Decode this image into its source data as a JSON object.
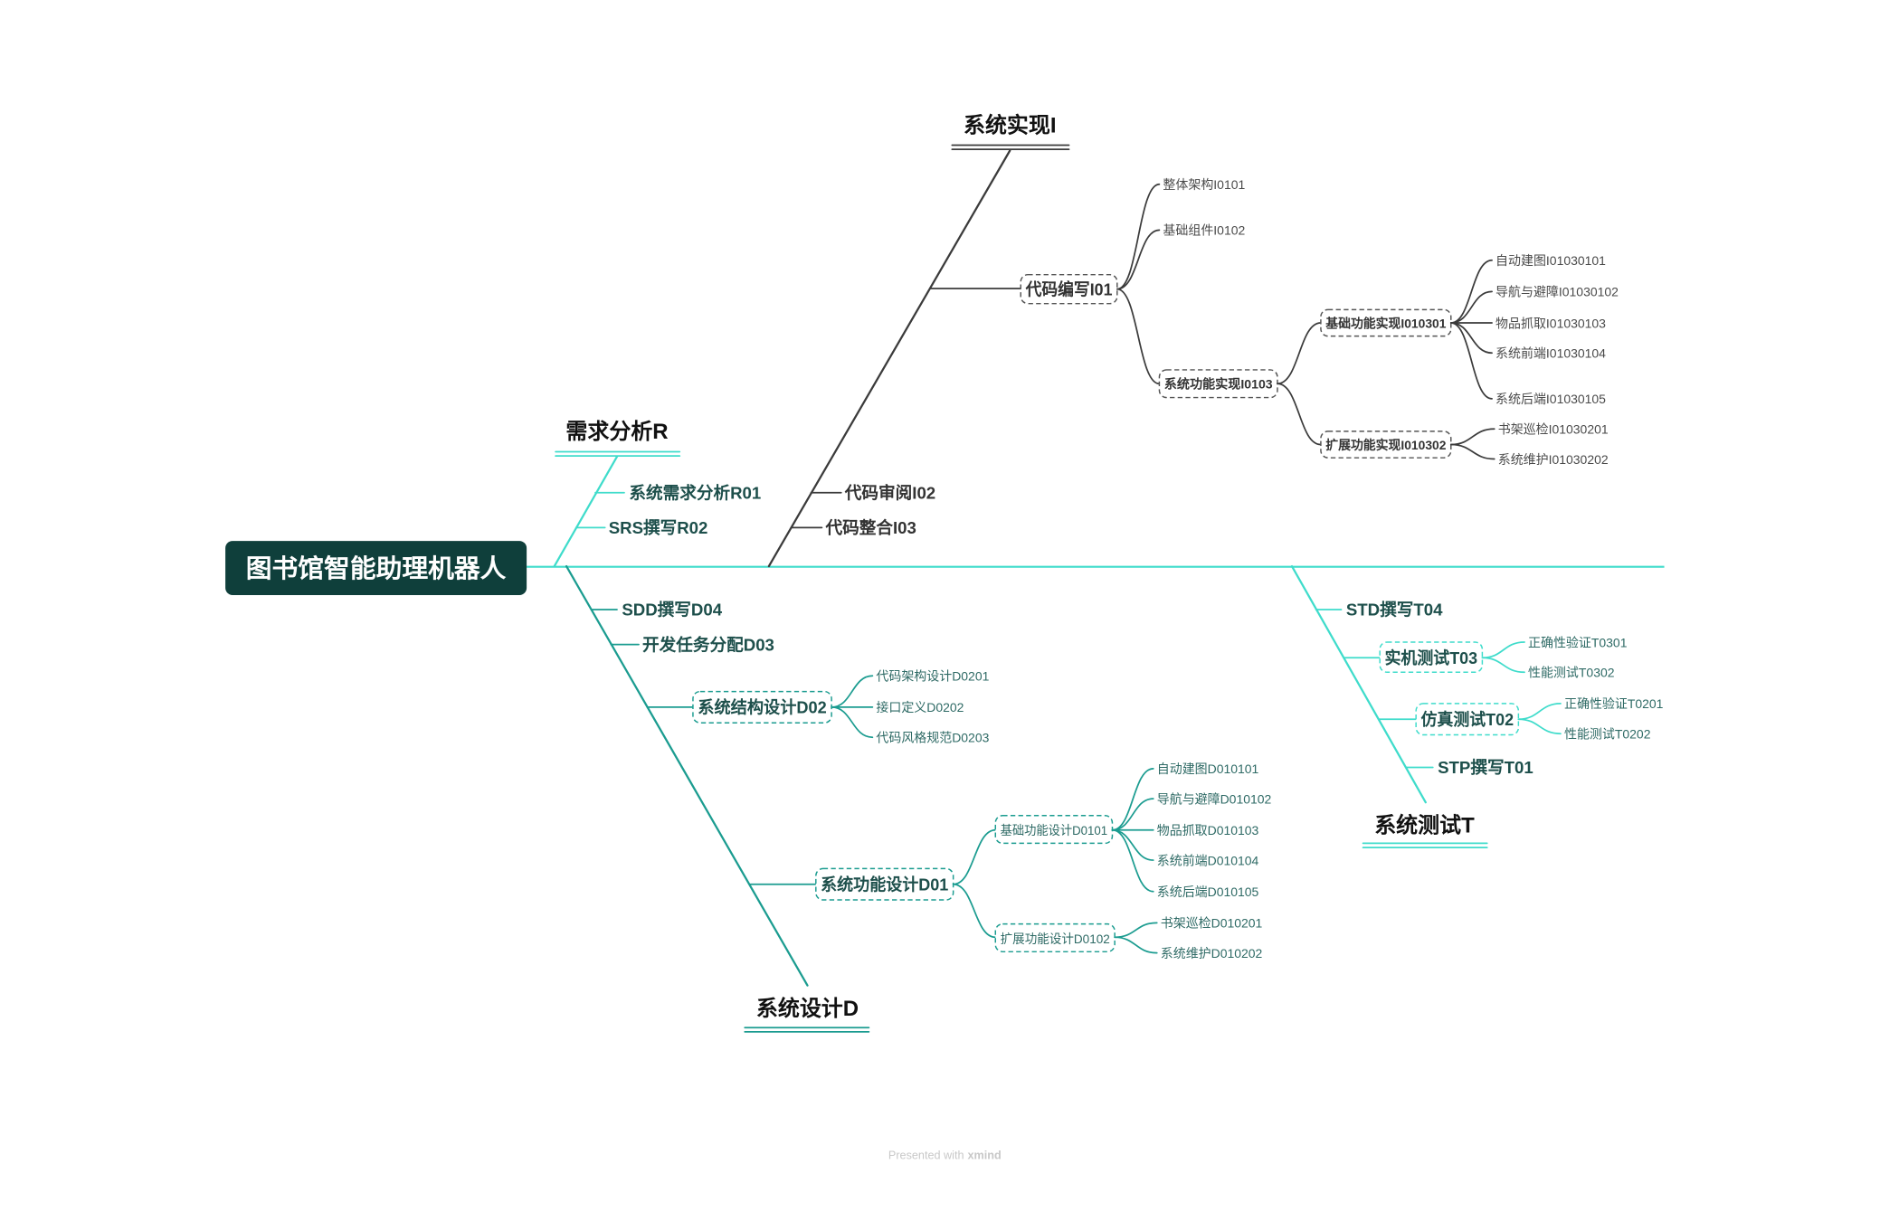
{
  "root": {
    "label": "图书馆智能助理机器人"
  },
  "requirements": {
    "title": "需求分析R",
    "r01": "系统需求分析R01",
    "r02": "SRS撰写R02"
  },
  "implementation": {
    "title": "系统实现I",
    "i01": {
      "label": "代码编写I01",
      "i0101": "整体架构I0101",
      "i0102": "基础组件I0102",
      "i0103": {
        "label": "系统功能实现I0103",
        "i010301": {
          "label": "基础功能实现I010301",
          "items": [
            "自动建图I01030101",
            "导航与避障I01030102",
            "物品抓取I01030103",
            "系统前端I01030104",
            "系统后端I01030105"
          ]
        },
        "i010302": {
          "label": "扩展功能实现I010302",
          "items": [
            "书架巡检I01030201",
            "系统维护I01030202"
          ]
        }
      }
    },
    "i02": "代码审阅I02",
    "i03": "代码整合I03"
  },
  "design": {
    "title": "系统设计D",
    "d04": "SDD撰写D04",
    "d03": "开发任务分配D03",
    "d02": {
      "label": "系统结构设计D02",
      "items": [
        "代码架构设计D0201",
        "接口定义D0202",
        "代码风格规范D0203"
      ]
    },
    "d01": {
      "label": "系统功能设计D01",
      "d0101": {
        "label": "基础功能设计D0101",
        "items": [
          "自动建图D010101",
          "导航与避障D010102",
          "物品抓取D010103",
          "系统前端D010104",
          "系统后端D010105"
        ]
      },
      "d0102": {
        "label": "扩展功能设计D0102",
        "items": [
          "书架巡检D010201",
          "系统维护D010202"
        ]
      }
    }
  },
  "testing": {
    "title": "系统测试T",
    "t04": "STD撰写T04",
    "t03": {
      "label": "实机测试T03",
      "items": [
        "正确性验证T0301",
        "性能测试T0302"
      ]
    },
    "t02": {
      "label": "仿真测试T02",
      "items": [
        "正确性验证T0201",
        "性能测试T0202"
      ]
    },
    "t01": "STP撰写T01"
  },
  "footer": {
    "prefix": "Presented with",
    "brand": "xmind"
  },
  "colors": {
    "root-fill": "#0f3f3b",
    "root-text": "#ffffff",
    "spine": "#3fdccb",
    "requirements": "#3fdccb",
    "implementation": "#3b3b3b",
    "design": "#1b9c90",
    "testing": "#3fdccb",
    "title-text": "#111111",
    "teal-text": "#1d4f4b",
    "implementation-text": "#333333",
    "leaf-text": "#4a4a4a",
    "teal-leaf-text": "#2e6a65",
    "footer-text": "#c8c8c8"
  }
}
